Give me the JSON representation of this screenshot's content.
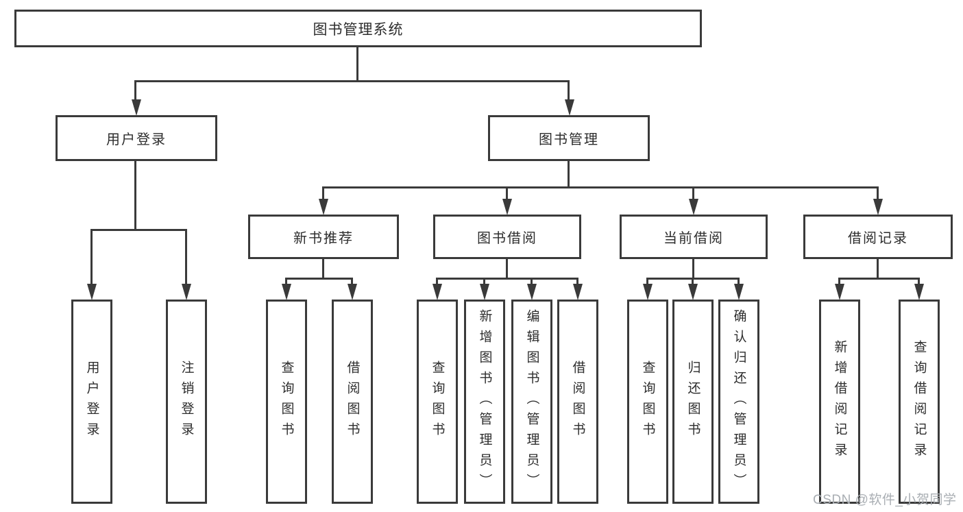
{
  "diagram": {
    "title": "图书管理系统",
    "colors": {
      "line": "#3a3a3a",
      "text": "#2d2d2d",
      "background": "#ffffff",
      "watermark": "#a9aeb3"
    },
    "nodes": {
      "root": "图书管理系统",
      "user_login_group": "用户登录",
      "book_mgmt_group": "图书管理",
      "user_login": "用户登录",
      "logout": "注销登录",
      "new_book_rec": "新书推荐",
      "book_borrow": "图书借阅",
      "current_borrow": "当前借阅",
      "borrow_record": "借阅记录",
      "nb_query_books": "查询图书",
      "nb_borrow_books": "借阅图书",
      "bb_query_books": "查询图书",
      "bb_add_books": "新增图书（管理员）",
      "bb_edit_books": "编辑图书（管理员）",
      "bb_borrow_books": "借阅图书",
      "cb_query_books": "查询图书",
      "cb_return_books": "归还图书",
      "cb_confirm_return": "确认归还（管理员）",
      "br_add_record": "新增借阅记录",
      "br_query_record": "查询借阅记录"
    },
    "hierarchy": {
      "root": [
        "user_login_group",
        "book_mgmt_group"
      ],
      "user_login_group": [
        "user_login",
        "logout"
      ],
      "book_mgmt_group": [
        "new_book_rec",
        "book_borrow",
        "current_borrow",
        "borrow_record"
      ],
      "new_book_rec": [
        "nb_query_books",
        "nb_borrow_books"
      ],
      "book_borrow": [
        "bb_query_books",
        "bb_add_books",
        "bb_edit_books",
        "bb_borrow_books"
      ],
      "current_borrow": [
        "cb_query_books",
        "cb_return_books",
        "cb_confirm_return"
      ],
      "borrow_record": [
        "br_add_record",
        "br_query_record"
      ]
    },
    "watermark": "CSDN @软件_小贺同学"
  }
}
